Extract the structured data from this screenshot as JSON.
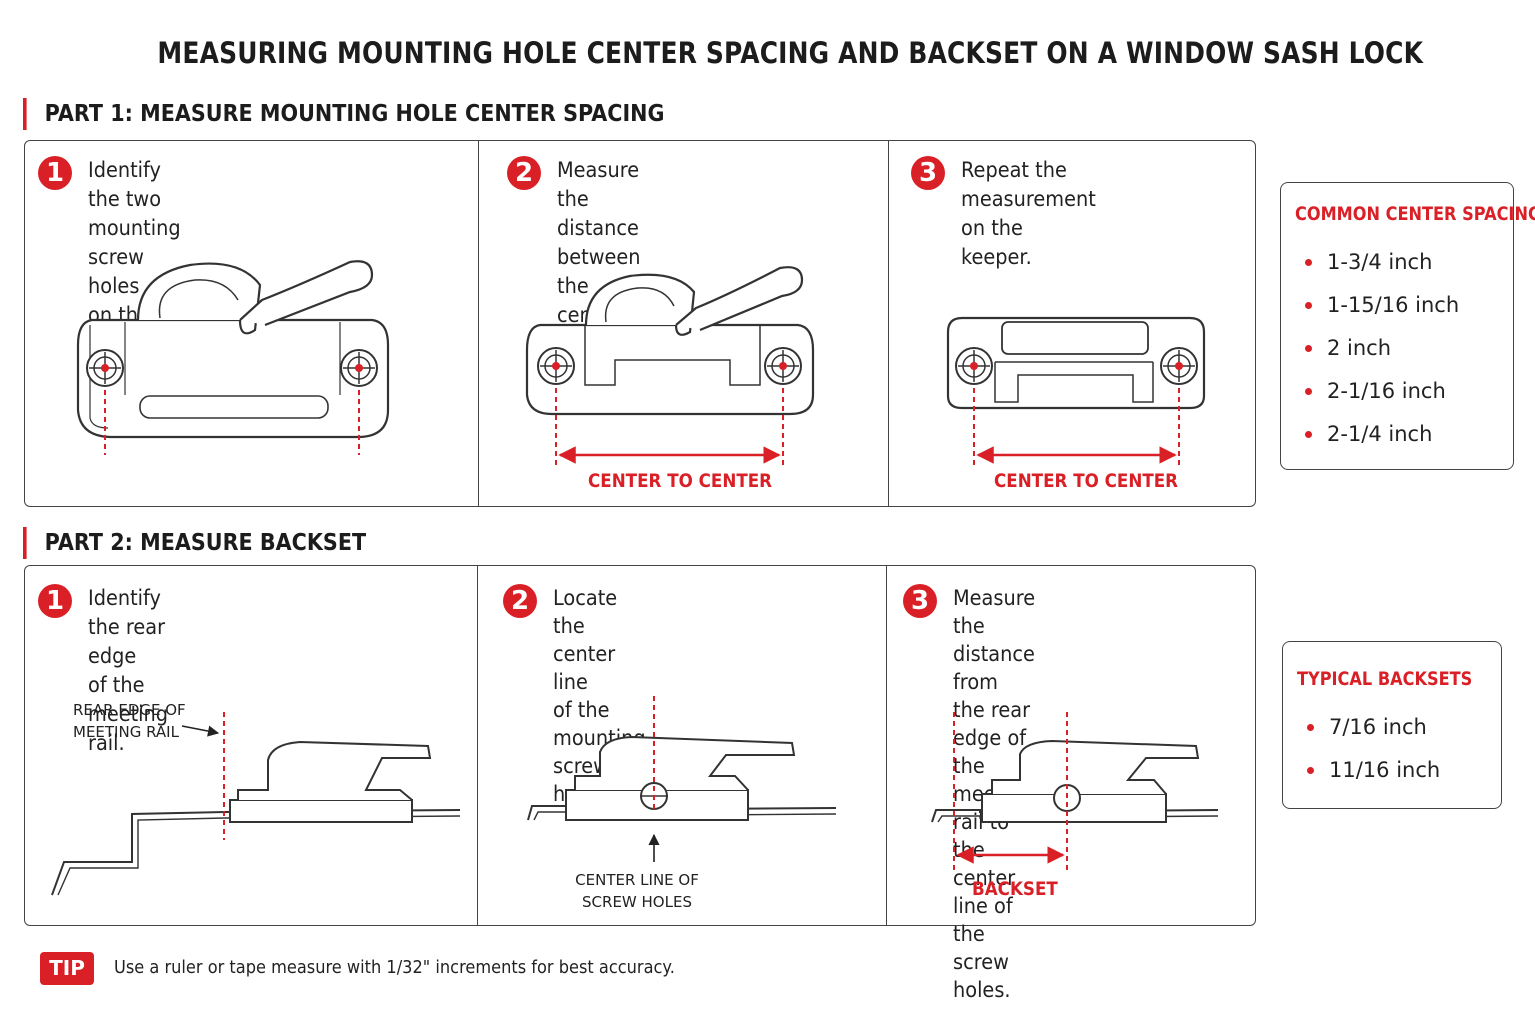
{
  "title": "MEASURING MOUNTING HOLE CENTER SPACING AND BACKSET ON A WINDOW SASH LOCK",
  "part1": {
    "heading": "PART 1: MEASURE MOUNTING HOLE CENTER SPACING",
    "steps": [
      {
        "number": "1",
        "text": "Identify the two\nmounting screw holes\non the lock body."
      },
      {
        "number": "2",
        "text": "Measure the distance\nbetween the centers\nof the screw holes."
      },
      {
        "number": "3",
        "text": "Repeat the measurement\non the keeper."
      }
    ],
    "callout_center_to_center": "CENTER TO CENTER"
  },
  "common_spacings": {
    "title": "COMMON CENTER SPACINGS",
    "items": [
      "1-3/4 inch",
      "1-15/16 inch",
      "2 inch",
      "2-1/16 inch",
      "2-1/4 inch"
    ]
  },
  "part2": {
    "heading": "PART 2: MEASURE BACKSET",
    "steps": [
      {
        "number": "1",
        "text": "Identify the rear edge\nof the meeting rail."
      },
      {
        "number": "2",
        "text": "Locate the center line\nof the mounting screw\nholes."
      },
      {
        "number": "3",
        "text": "Measure the distance from\nthe rear edge of the meeting\nrail to the center line of the\nscrew holes."
      }
    ],
    "label_rear_edge": [
      "REAR EDGE OF",
      "MEETING RAIL"
    ],
    "label_center_line": [
      "CENTER LINE OF",
      "SCREW HOLES"
    ],
    "callout_backset": "BACKSET"
  },
  "typical_backsets": {
    "title": "TYPICAL BACKSETS",
    "items": [
      "7/16 inch",
      "11/16 inch"
    ]
  },
  "tip": {
    "badge": "TIP",
    "text": "Use a ruler or tape measure with 1/32\" increments for best accuracy."
  },
  "colors": {
    "accent": "#d92027",
    "ink": "#222222"
  }
}
